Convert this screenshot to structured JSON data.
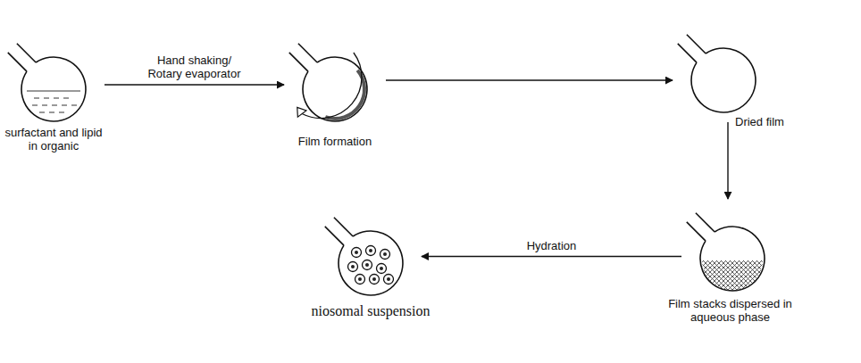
{
  "diagram": {
    "nodes": [
      {
        "text": [
          "surfactant and lipid in organic"
        ]
      },
      {
        "text": [
          "Film formation"
        ]
      },
      {
        "text": [
          "Dried film"
        ]
      },
      {
        "text": [
          "Film stacks dispersed in aqueous phase"
        ]
      },
      {
        "text": [
          "niosomal suspension"
        ]
      }
    ],
    "edges": [
      {
        "from": 0,
        "to": 1,
        "label": "Hand shaking/ Rotary evaporator",
        "arrow": "to"
      },
      {
        "from": 1,
        "to": 2,
        "arrow": "to"
      },
      {
        "from": 2,
        "to": 3,
        "arrow": "to"
      },
      {
        "from": 3,
        "to": 4,
        "label": "Hydration",
        "arrow": "to"
      }
    ]
  }
}
